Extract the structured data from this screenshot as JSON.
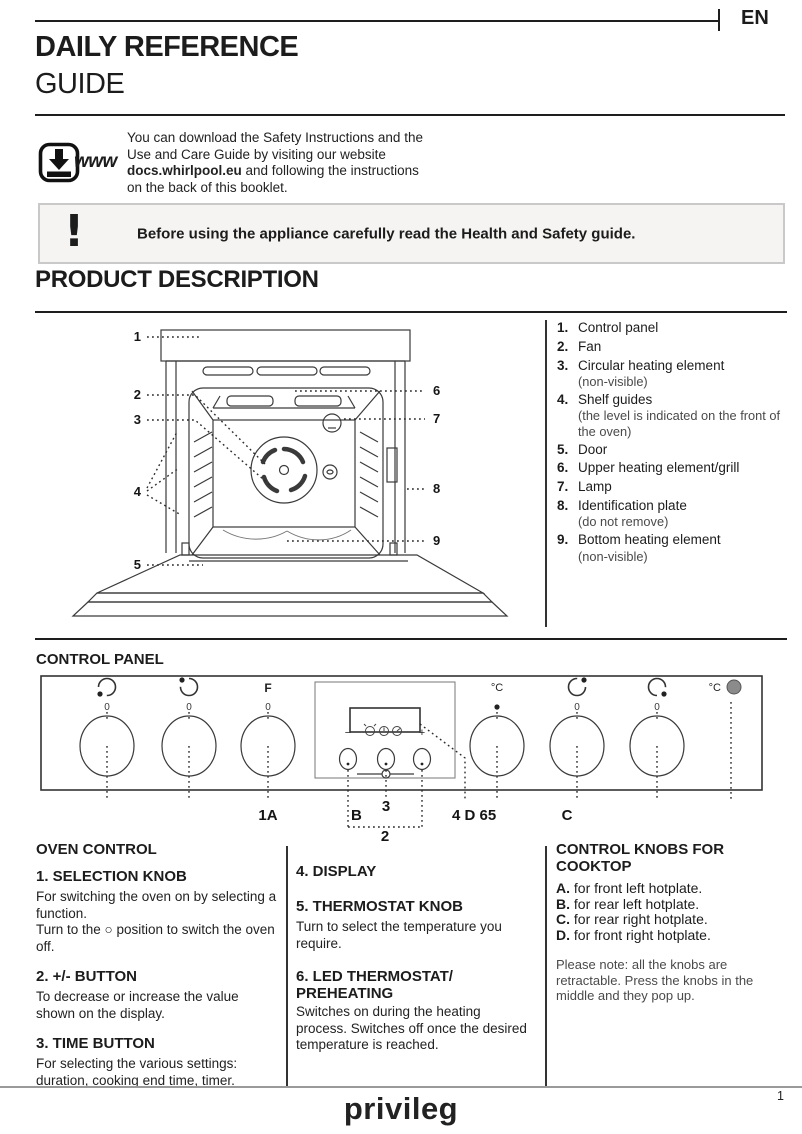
{
  "page": {
    "language_tag": "EN",
    "page_number": "1",
    "brand_logo": "privileg"
  },
  "header": {
    "title_line1": "DAILY REFERENCE",
    "title_line2": "GUIDE"
  },
  "download": {
    "www_label": "www",
    "text_before": "You can download the Safety Instructions and the Use and Care Guide by visiting our website ",
    "website": "docs.whirlpool.eu",
    "text_after": " and following the instructions on the back of this booklet."
  },
  "warning": {
    "exclamation": "!",
    "text": "Before using the appliance carefully read the Health and Safety guide."
  },
  "product_description": {
    "heading": "PRODUCT DESCRIPTION",
    "callouts": [
      "1",
      "2",
      "3",
      "4",
      "5",
      "6",
      "7",
      "8",
      "9"
    ],
    "items": [
      {
        "num": "1.",
        "label": "Control panel",
        "note": ""
      },
      {
        "num": "2.",
        "label": "Fan",
        "note": ""
      },
      {
        "num": "3.",
        "label": "Circular heating element",
        "note": "(non-visible)"
      },
      {
        "num": "4.",
        "label": "Shelf guides",
        "note": "(the level is indicated on the front of the oven)"
      },
      {
        "num": "5.",
        "label": "Door",
        "note": ""
      },
      {
        "num": "6.",
        "label": "Upper heating element/grill",
        "note": ""
      },
      {
        "num": "7.",
        "label": "Lamp",
        "note": ""
      },
      {
        "num": "8.",
        "label": "Identification plate",
        "note": "(do not remove)"
      },
      {
        "num": "9.",
        "label": "Bottom heating element",
        "note": "(non-visible)"
      }
    ]
  },
  "control_panel": {
    "heading": "CONTROL PANEL",
    "zero": "0",
    "selection_knob_symbol": "F",
    "celsius": "°C",
    "minus": "−",
    "plus": "+",
    "labels": {
      "knob3": "1A",
      "button_b": "B",
      "button_3": "3",
      "buttons_2": "2",
      "group_4d65": "4 D 65",
      "knob_c": "C"
    }
  },
  "oven_control": {
    "heading": "OVEN CONTROL",
    "s1_title": "1. SELECTION KNOB",
    "s1_body1": "For switching the oven on by selecting a function.",
    "s1_body2": "Turn to the ○ position to switch the oven off.",
    "s2_title": "2. +/- BUTTON",
    "s2_body": "To decrease or increase the value shown on the display.",
    "s3_title": "3. TIME BUTTON",
    "s3_body": "For selecting the various settings: duration, cooking end time, timer."
  },
  "display_control": {
    "s4_title": "4. DISPLAY",
    "s5_title": "5. THERMOSTAT KNOB",
    "s5_body": "Turn to select the temperature you require.",
    "s6_title_line1": "6. LED THERMOSTAT/",
    "s6_title_line2": "PREHEATING",
    "s6_body": "Switches on during the heating process. Switches off once the desired temperature is reached."
  },
  "cooktop": {
    "heading": "CONTROL KNOBS FOR COOKTOP",
    "items": [
      {
        "letter": "A.",
        "text": "for front left hotplate."
      },
      {
        "letter": "B.",
        "text": "for rear left hotplate."
      },
      {
        "letter": "C.",
        "text": "for rear right hotplate."
      },
      {
        "letter": "D.",
        "text": "for front right hotplate."
      }
    ],
    "note": "Please note: all the knobs are retractable. Press the knobs in the middle and they pop up."
  },
  "colors": {
    "led": "#8b8b8b"
  }
}
